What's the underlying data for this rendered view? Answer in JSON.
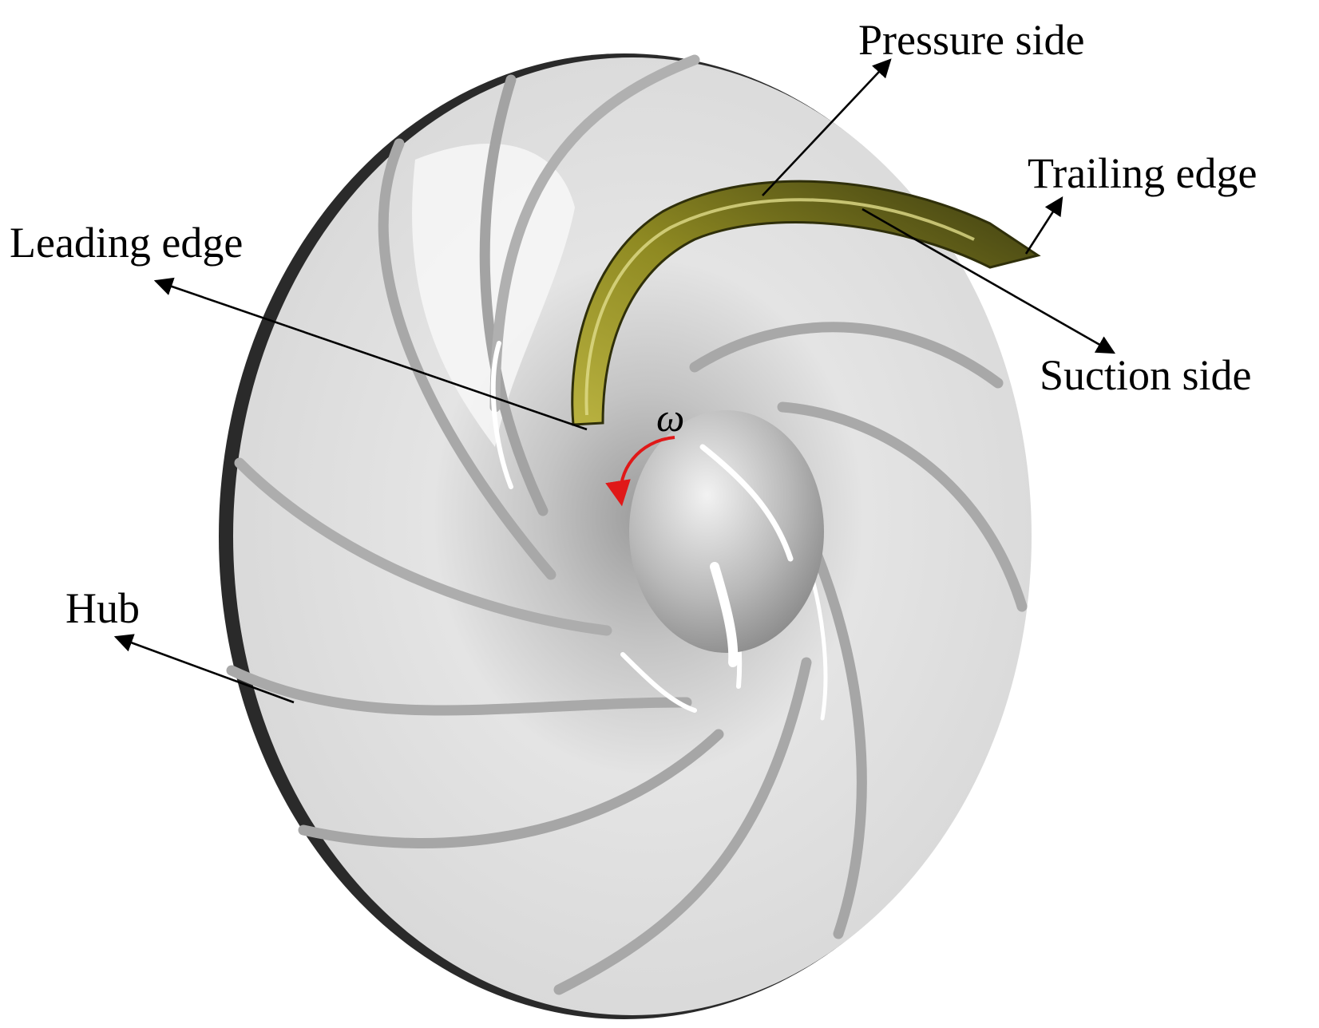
{
  "labels": {
    "pressure_side": "Pressure side",
    "trailing_edge": "Trailing edge",
    "leading_edge": "Leading edge",
    "suction_side": "Suction side",
    "hub": "Hub",
    "omega": "ω"
  },
  "colors": {
    "background": "#ffffff",
    "disk": "#dcdcdc",
    "disk_rim": "#2a2a2a",
    "blade_highlight": "#a8a23a",
    "blade_dark": "#3a3a10",
    "rotation_arrow": "#e01818",
    "leader_line": "#000000"
  }
}
